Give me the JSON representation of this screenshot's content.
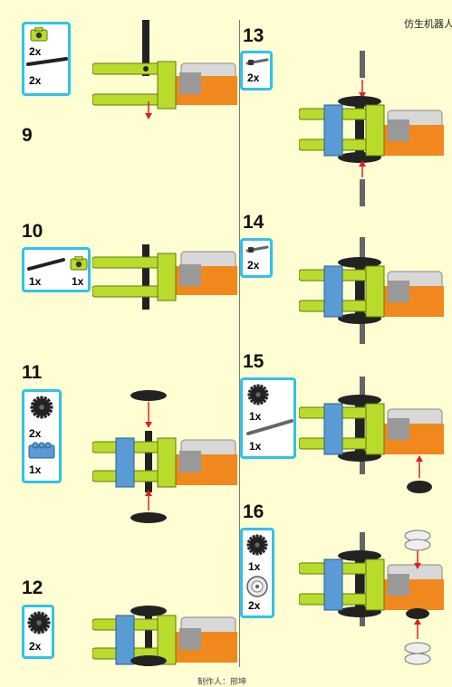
{
  "header": {
    "title": "仿生机器人"
  },
  "footer": {
    "text": "制作人：邢坤"
  },
  "colors": {
    "lime": "#b9dc2c",
    "lime_dark": "#5e7a0a",
    "orange": "#f0881e",
    "blue": "#5a9bd5",
    "motor_grey": "#d8d8d8",
    "dark": "#222222",
    "frame": "#2ec3ea",
    "background": "#fefed2"
  },
  "steps": [
    {
      "number": "",
      "parts": [
        {
          "icon": "lime-connector-icon",
          "qty": "2x"
        },
        {
          "icon": "black-axle-icon",
          "qty": "2x"
        }
      ]
    },
    {
      "number": "9",
      "parts": []
    },
    {
      "number": "10",
      "parts": [
        {
          "icon": "black-axle-icon",
          "qty": "1x"
        },
        {
          "icon": "lime-connector-icon",
          "qty": "1x"
        }
      ]
    },
    {
      "number": "11",
      "parts": [
        {
          "icon": "gear-icon",
          "qty": "2x"
        },
        {
          "icon": "blue-brick-icon",
          "qty": "1x"
        }
      ]
    },
    {
      "number": "12",
      "parts": [
        {
          "icon": "gear-icon",
          "qty": "2x"
        }
      ]
    },
    {
      "number": "13",
      "parts": [
        {
          "icon": "grey-axle-icon",
          "qty": "2x"
        }
      ]
    },
    {
      "number": "14",
      "parts": [
        {
          "icon": "grey-axle-icon",
          "qty": "2x"
        }
      ]
    },
    {
      "number": "15",
      "parts": [
        {
          "icon": "gear-icon",
          "qty": "1x"
        },
        {
          "icon": "grey-axle-icon",
          "qty": "1x"
        }
      ]
    },
    {
      "number": "16",
      "parts": [
        {
          "icon": "gear-icon",
          "qty": "1x"
        },
        {
          "icon": "wheel-icon",
          "qty": "2x"
        }
      ]
    }
  ]
}
